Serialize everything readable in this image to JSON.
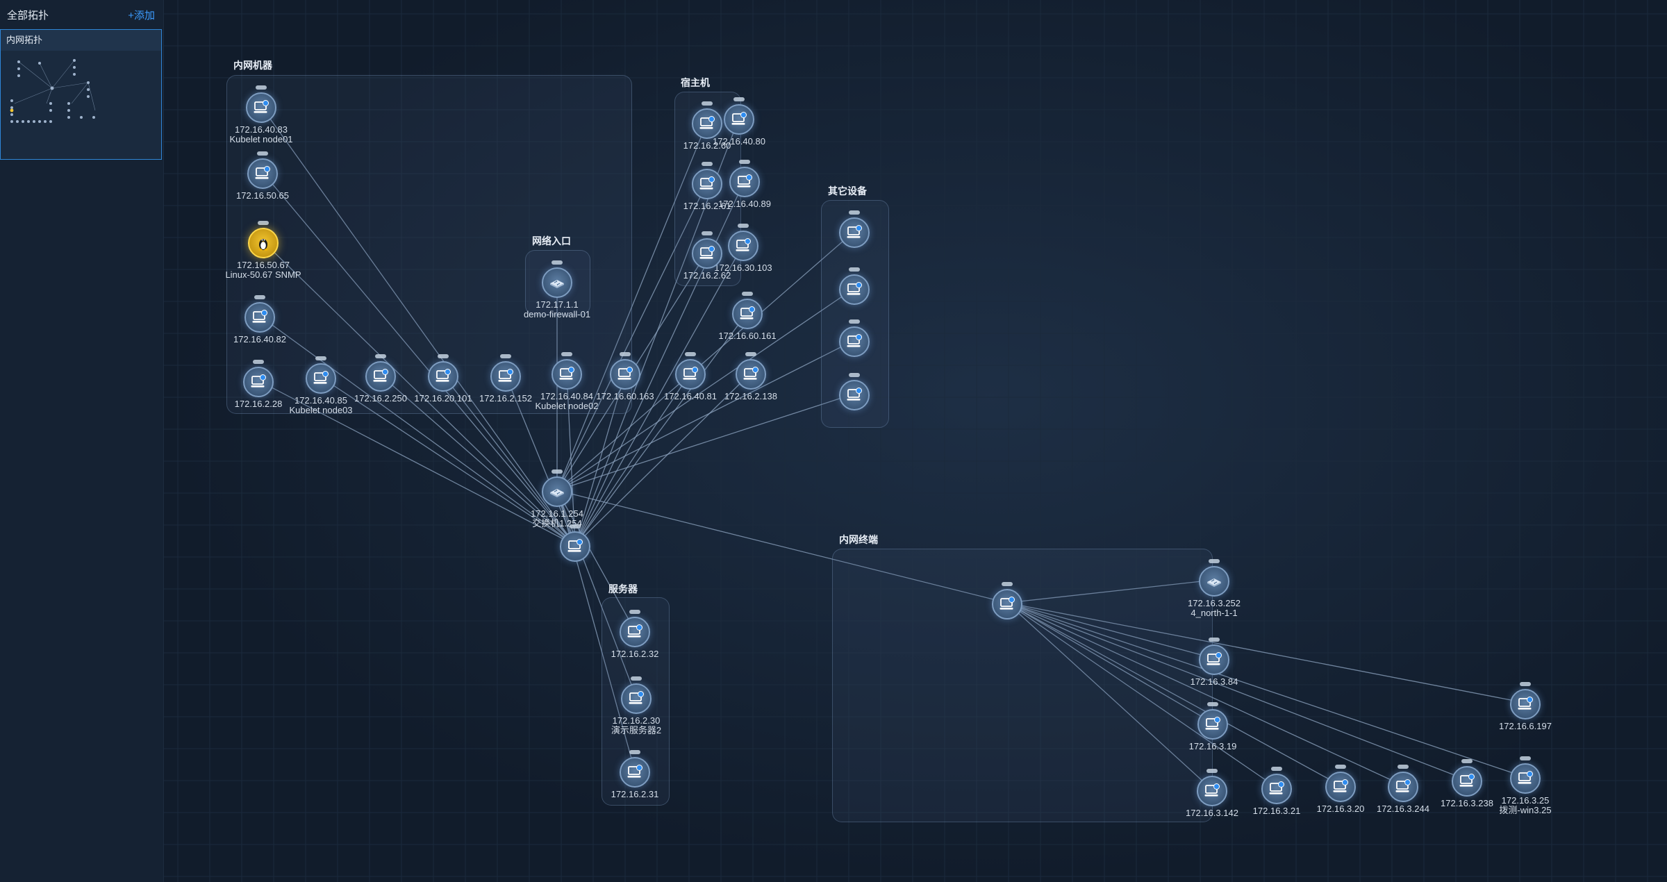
{
  "sidebar": {
    "title": "全部拓扑",
    "add_label": "+添加",
    "card_title": "内网拓扑"
  },
  "colors": {
    "background": "#111c2b",
    "sidebar": "#152233",
    "accent": "#3c9cff",
    "link": "#8fa6c2",
    "group_border": "#4a6480",
    "linux": "#f2c530"
  },
  "groups": [
    {
      "id": "g1",
      "title": "内网机器"
    },
    {
      "id": "g2",
      "title": "网络入口"
    },
    {
      "id": "g3",
      "title": "宿主机"
    },
    {
      "id": "g4",
      "title": "其它设备"
    },
    {
      "id": "g5",
      "title": "服务器"
    },
    {
      "id": "g6",
      "title": "内网终端"
    }
  ],
  "nodes": [
    {
      "id": "n1",
      "icon": "server",
      "label1": "172.16.40.83",
      "label2": "Kubelet node01"
    },
    {
      "id": "n2",
      "icon": "server",
      "label1": "172.16.50.65",
      "label2": ""
    },
    {
      "id": "n3",
      "icon": "linux",
      "label1": "172.16.50.67",
      "label2": "Linux-50.67 SNMP"
    },
    {
      "id": "n4",
      "icon": "server",
      "label1": "172.16.40.82",
      "label2": ""
    },
    {
      "id": "n5",
      "icon": "server",
      "label1": "172.16.2.28",
      "label2": ""
    },
    {
      "id": "n6",
      "icon": "server",
      "label1": "172.16.40.85",
      "label2": "Kubelet node03"
    },
    {
      "id": "n7",
      "icon": "server",
      "label1": "172.16.2.250",
      "label2": ""
    },
    {
      "id": "n8",
      "icon": "server",
      "label1": "172.16.20.101",
      "label2": ""
    },
    {
      "id": "n9",
      "icon": "server",
      "label1": "172.16.2.152",
      "label2": ""
    },
    {
      "id": "n10",
      "icon": "server",
      "label1": "172.16.40.84",
      "label2": "Kubelet node02"
    },
    {
      "id": "n11",
      "icon": "server",
      "label1": "172.16.60.163",
      "label2": ""
    },
    {
      "id": "n12",
      "icon": "server",
      "label1": "172.16.40.81",
      "label2": ""
    },
    {
      "id": "n13",
      "icon": "server",
      "label1": "172.16.2.138",
      "label2": ""
    },
    {
      "id": "n14",
      "icon": "server",
      "label1": "172.16.40.80",
      "label2": ""
    },
    {
      "id": "n15",
      "icon": "server",
      "label1": "172.16.40.89",
      "label2": ""
    },
    {
      "id": "n16",
      "icon": "server",
      "label1": "172.16.30.103",
      "label2": ""
    },
    {
      "id": "n17",
      "icon": "server",
      "label1": "172.16.60.161",
      "label2": ""
    },
    {
      "id": "n18",
      "icon": "router",
      "label1": "172.17.1.1",
      "label2": "demo-firewall-01"
    },
    {
      "id": "n19",
      "icon": "server",
      "label1": "172.16.2.60",
      "label2": ""
    },
    {
      "id": "n20",
      "icon": "server",
      "label1": "172.16.2.61",
      "label2": ""
    },
    {
      "id": "n21",
      "icon": "server",
      "label1": "172.16.2.62",
      "label2": ""
    },
    {
      "id": "n22",
      "icon": "server",
      "label1": "",
      "label2": ""
    },
    {
      "id": "n23",
      "icon": "server",
      "label1": "",
      "label2": ""
    },
    {
      "id": "n24",
      "icon": "server",
      "label1": "",
      "label2": ""
    },
    {
      "id": "n25",
      "icon": "server",
      "label1": "",
      "label2": ""
    },
    {
      "id": "n26",
      "icon": "router",
      "label1": "172.16.1.254",
      "label2": "交换机1.254"
    },
    {
      "id": "n27",
      "icon": "server",
      "label1": "",
      "label2": ""
    },
    {
      "id": "n28",
      "icon": "server",
      "label1": "172.16.2.32",
      "label2": ""
    },
    {
      "id": "n29",
      "icon": "server",
      "label1": "172.16.2.30",
      "label2": "演示服务器2"
    },
    {
      "id": "n30",
      "icon": "server",
      "label1": "172.16.2.31",
      "label2": ""
    },
    {
      "id": "n31",
      "icon": "server",
      "label1": "",
      "label2": ""
    },
    {
      "id": "n32",
      "icon": "router",
      "label1": "172.16.3.252",
      "label2": "4_north-1-1"
    },
    {
      "id": "n33",
      "icon": "server",
      "label1": "172.16.3.84",
      "label2": ""
    },
    {
      "id": "n34",
      "icon": "server",
      "label1": "172.16.3.19",
      "label2": ""
    },
    {
      "id": "n35",
      "icon": "server",
      "label1": "172.16.3.142",
      "label2": ""
    },
    {
      "id": "n36",
      "icon": "server",
      "label1": "172.16.3.21",
      "label2": ""
    },
    {
      "id": "n37",
      "icon": "server",
      "label1": "172.16.3.20",
      "label2": ""
    },
    {
      "id": "n38",
      "icon": "server",
      "label1": "172.16.3.244",
      "label2": ""
    },
    {
      "id": "n39",
      "icon": "server",
      "label1": "172.16.3.238",
      "label2": ""
    },
    {
      "id": "n40",
      "icon": "server",
      "label1": "172.16.6.197",
      "label2": ""
    },
    {
      "id": "n41",
      "icon": "server",
      "label1": "172.16.3.25",
      "label2": "拨测-win3.25"
    }
  ],
  "links": [
    [
      "n27",
      "n1"
    ],
    [
      "n27",
      "n2"
    ],
    [
      "n27",
      "n3"
    ],
    [
      "n27",
      "n4"
    ],
    [
      "n27",
      "n5"
    ],
    [
      "n27",
      "n6"
    ],
    [
      "n27",
      "n7"
    ],
    [
      "n27",
      "n8"
    ],
    [
      "n27",
      "n9"
    ],
    [
      "n27",
      "n10"
    ],
    [
      "n27",
      "n11"
    ],
    [
      "n27",
      "n12"
    ],
    [
      "n27",
      "n13"
    ],
    [
      "n27",
      "n14"
    ],
    [
      "n27",
      "n15"
    ],
    [
      "n27",
      "n16"
    ],
    [
      "n27",
      "n17"
    ],
    [
      "n27",
      "n26"
    ],
    [
      "n26",
      "n18"
    ],
    [
      "n26",
      "n19"
    ],
    [
      "n26",
      "n20"
    ],
    [
      "n26",
      "n21"
    ],
    [
      "n26",
      "n22"
    ],
    [
      "n26",
      "n23"
    ],
    [
      "n26",
      "n24"
    ],
    [
      "n26",
      "n25"
    ],
    [
      "n26",
      "n28"
    ],
    [
      "n26",
      "n29"
    ],
    [
      "n26",
      "n30"
    ],
    [
      "n26",
      "n31"
    ],
    [
      "n31",
      "n32"
    ],
    [
      "n31",
      "n33"
    ],
    [
      "n31",
      "n34"
    ],
    [
      "n31",
      "n35"
    ],
    [
      "n31",
      "n36"
    ],
    [
      "n31",
      "n37"
    ],
    [
      "n31",
      "n38"
    ],
    [
      "n31",
      "n39"
    ],
    [
      "n31",
      "n40"
    ],
    [
      "n31",
      "n41"
    ]
  ]
}
